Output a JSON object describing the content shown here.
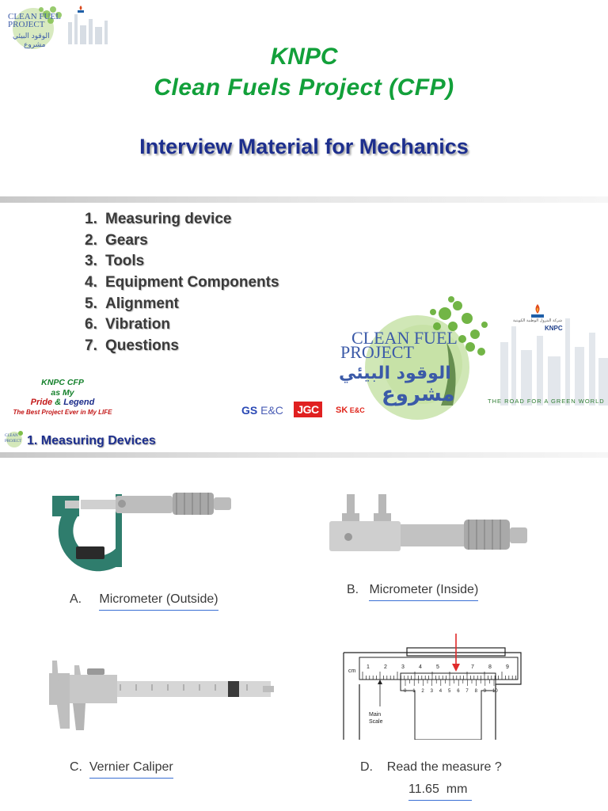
{
  "slide1": {
    "title_line1": "KNPC",
    "title_line2": "Clean Fuels Project (CFP)",
    "subtitle": "Interview Material for Mechanics",
    "agenda": [
      {
        "num": "1.",
        "label": "Measuring device"
      },
      {
        "num": "2.",
        "label": "Gears"
      },
      {
        "num": "3.",
        "label": "Tools"
      },
      {
        "num": "4.",
        "label": "Equipment Components"
      },
      {
        "num": "5.",
        "label": "Alignment"
      },
      {
        "num": "6.",
        "label": "Vibration"
      },
      {
        "num": "7.",
        "label": "Questions"
      }
    ],
    "pride": {
      "line1": "KNPC CFP",
      "line2": "as My",
      "line3_a": "Pride",
      "line3_b": " & ",
      "line3_c": "Legend",
      "line4": "The Best Project Ever in My LIFE"
    },
    "logo": {
      "clean_fuel": "CLEAN FUEL",
      "project": "PROJECT",
      "tagline": "THE ROAD FOR A GREEN WORLD",
      "knpc": "KNPC"
    },
    "partners": {
      "gs": "GS",
      "gs_suffix": " E&C",
      "jgc": "JGC",
      "sk": "SK",
      "sk_suffix": " E&C"
    }
  },
  "slide2": {
    "title": "1. Measuring Devices",
    "items": [
      {
        "letter": "A.",
        "label": "Micrometer (Outside)"
      },
      {
        "letter": "B.",
        "label": "Micrometer (Inside)"
      },
      {
        "letter": "C.",
        "label": "Vernier Caliper"
      },
      {
        "letter": "D.",
        "label": "Read the measure ?"
      }
    ],
    "answer": "11.65  mm",
    "vernier_labels": {
      "cm": "cm",
      "main_scale_1": "Main",
      "main_scale_2": "Scale"
    },
    "main_scale_numbers": [
      "1",
      "2",
      "3",
      "4",
      "5",
      "6",
      "7",
      "8",
      "9"
    ],
    "vernier_scale_numbers": [
      "0",
      "1",
      "2",
      "3",
      "4",
      "5",
      "6",
      "7",
      "8",
      "9",
      "10"
    ]
  }
}
